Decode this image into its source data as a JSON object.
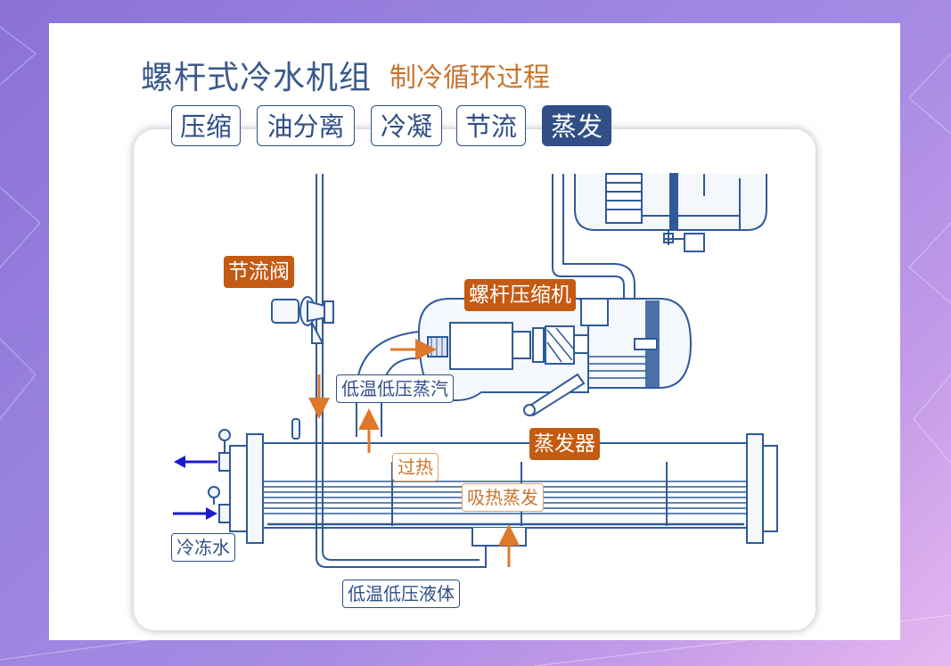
{
  "title": {
    "main": "螺杆式冷水机组",
    "sub": "制冷循环过程"
  },
  "tabs": [
    {
      "label": "压缩",
      "active": false
    },
    {
      "label": "油分离",
      "active": false
    },
    {
      "label": "冷凝",
      "active": false
    },
    {
      "label": "节流",
      "active": false
    },
    {
      "label": "蒸发",
      "active": true
    }
  ],
  "labels": {
    "throttle_valve": "节流阀",
    "screw_compressor": "螺杆压缩机",
    "low_temp_vapor": "低温低压蒸汽",
    "evaporator": "蒸发器",
    "superheat": "过热",
    "absorb_heat": "吸热蒸发",
    "chilled_water": "冷冻水",
    "low_temp_liquid": "低温低压液体"
  },
  "colors": {
    "accent_blue": "#2f4f86",
    "accent_orange": "#c55a12",
    "flow_arrow": "#e0782a",
    "water_arrow": "#1a1ad0"
  }
}
